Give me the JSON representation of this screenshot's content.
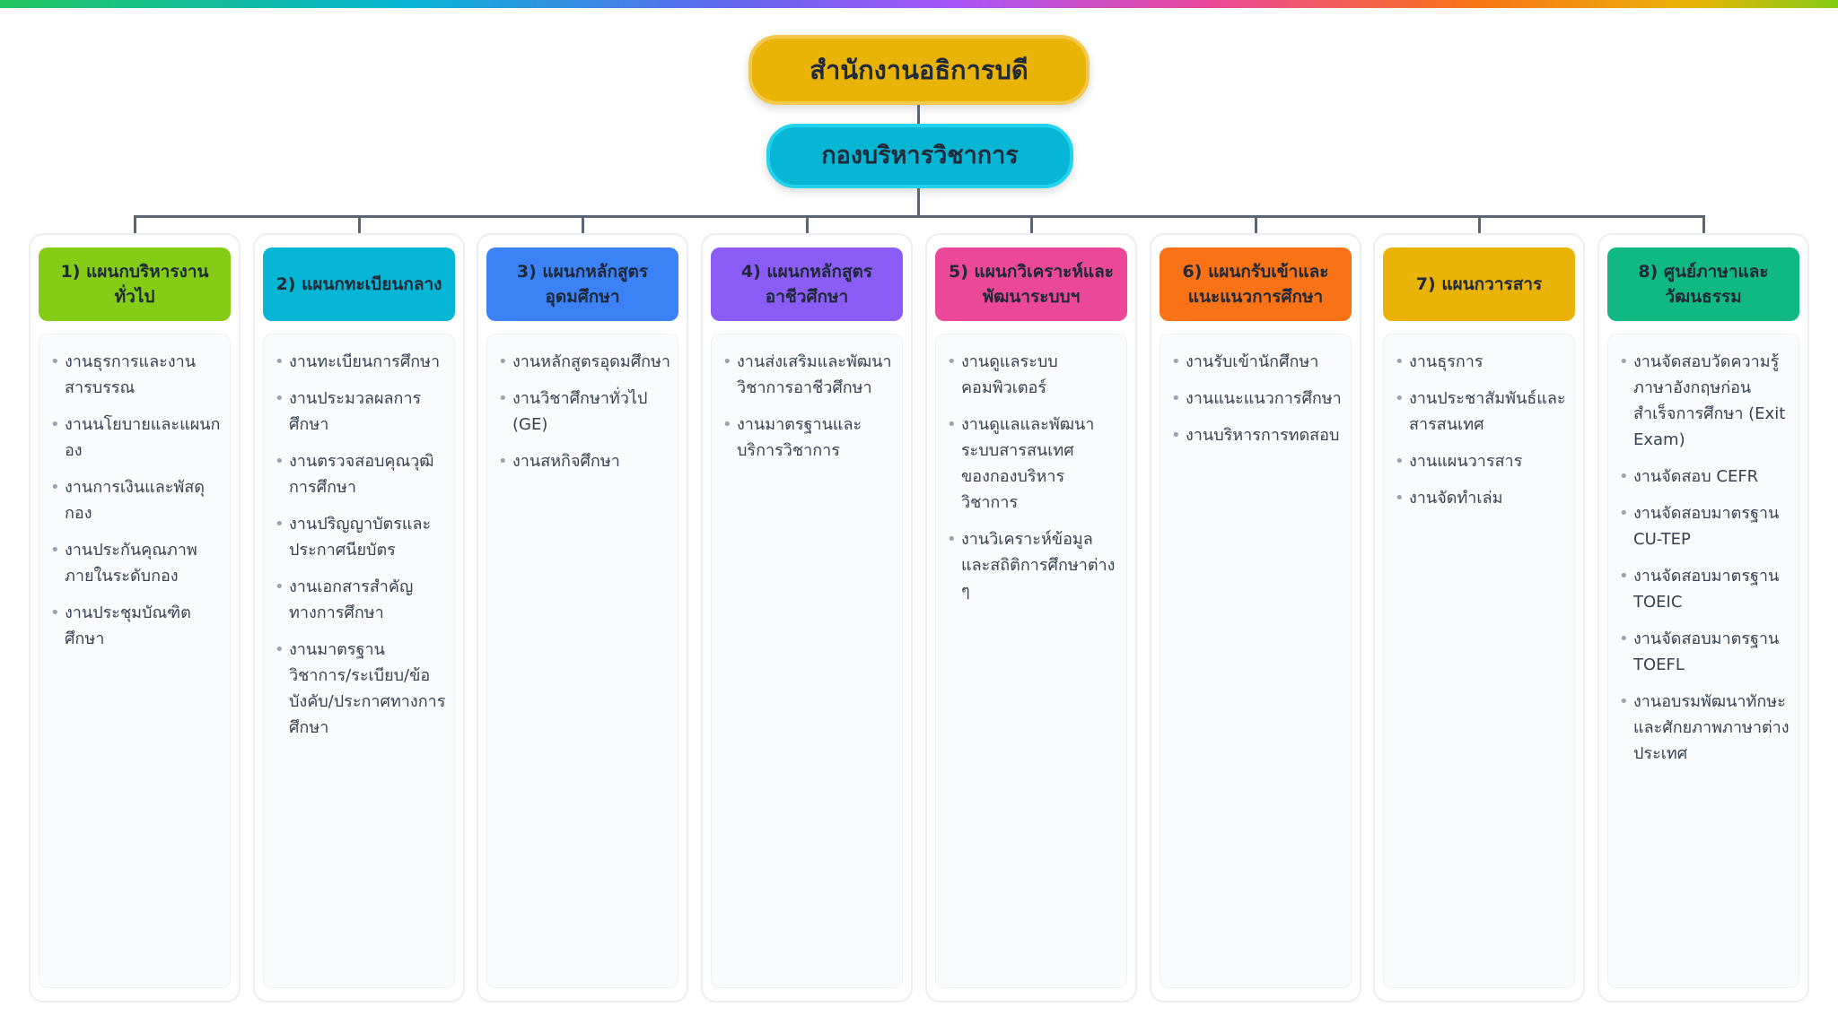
{
  "root": {
    "title": "สำนักงานอธิการบดี",
    "color": "#eab308"
  },
  "sub": {
    "title": "กองบริหารวิชาการ",
    "color": "#06b6d4"
  },
  "departments": [
    {
      "title": "1) แผนกบริหารงานทั่วไป",
      "color": "#84cc16",
      "items": [
        "งานธุรการและงานสารบรรณ",
        "งานนโยบายและแผนกอง",
        "งานการเงินและพัสดุกอง",
        "งานประกันคุณภาพภายในระดับกอง",
        "งานประชุมบัณฑิตศึกษา"
      ]
    },
    {
      "title": "2) แผนกทะเบียนกลาง",
      "color": "#06b6d4",
      "items": [
        "งานทะเบียนการศึกษา",
        "งานประมวลผลการศึกษา",
        "งานตรวจสอบคุณวุฒิการศึกษา",
        "งานปริญญาบัตรและประกาศนียบัตร",
        "งานเอกสารสำคัญทางการศึกษา",
        "งานมาตรฐานวิชาการ/ระเบียบ/ข้อบังคับ/ประกาศทางการศึกษา"
      ]
    },
    {
      "title": "3) แผนกหลักสูตรอุดมศึกษา",
      "color": "#3b82f6",
      "items": [
        "งานหลักสูตรอุดมศึกษา",
        "งานวิชาศึกษาทั่วไป (GE)",
        "งานสหกิจศึกษา"
      ]
    },
    {
      "title": "4) แผนกหลักสูตรอาชีวศึกษา",
      "color": "#8b5cf6",
      "items": [
        "งานส่งเสริมและพัฒนาวิชาการอาชีวศึกษา",
        "งานมาตรฐานและบริการวิชาการ"
      ]
    },
    {
      "title": "5) แผนกวิเคราะห์และพัฒนาระบบฯ",
      "color": "#ec4899",
      "items": [
        "งานดูแลระบบคอมพิวเตอร์",
        "งานดูแลและพัฒนาระบบสารสนเทศของกองบริหารวิชาการ",
        "งานวิเคราะห์ข้อมูลและสถิติการศึกษาต่าง ๆ"
      ]
    },
    {
      "title": "6) แผนกรับเข้าและแนะแนวการศึกษา",
      "color": "#f97316",
      "items": [
        "งานรับเข้านักศึกษา",
        "งานแนะแนวการศึกษา",
        "งานบริหารการทดสอบ"
      ]
    },
    {
      "title": "7) แผนกวารสาร",
      "color": "#eab308",
      "items": [
        "งานธุรการ",
        "งานประชาสัมพันธ์และสารสนเทศ",
        "งานแผนวารสาร",
        "งานจัดทำเล่ม"
      ]
    },
    {
      "title": "8) ศูนย์ภาษาและวัฒนธรรม",
      "color": "#10b981",
      "items": [
        "งานจัดสอบวัดความรู้ภาษาอังกฤษก่อนสำเร็จการศึกษา (Exit Exam)",
        "งานจัดสอบ CEFR",
        "งานจัดสอบมาตรฐาน CU-TEP",
        "งานจัดสอบมาตรฐาน TOEIC",
        "งานจัดสอบมาตรฐาน TOEFL",
        "งานอบรมพัฒนาทักษะและศักยภาพภาษาต่างประเทศ"
      ]
    }
  ]
}
